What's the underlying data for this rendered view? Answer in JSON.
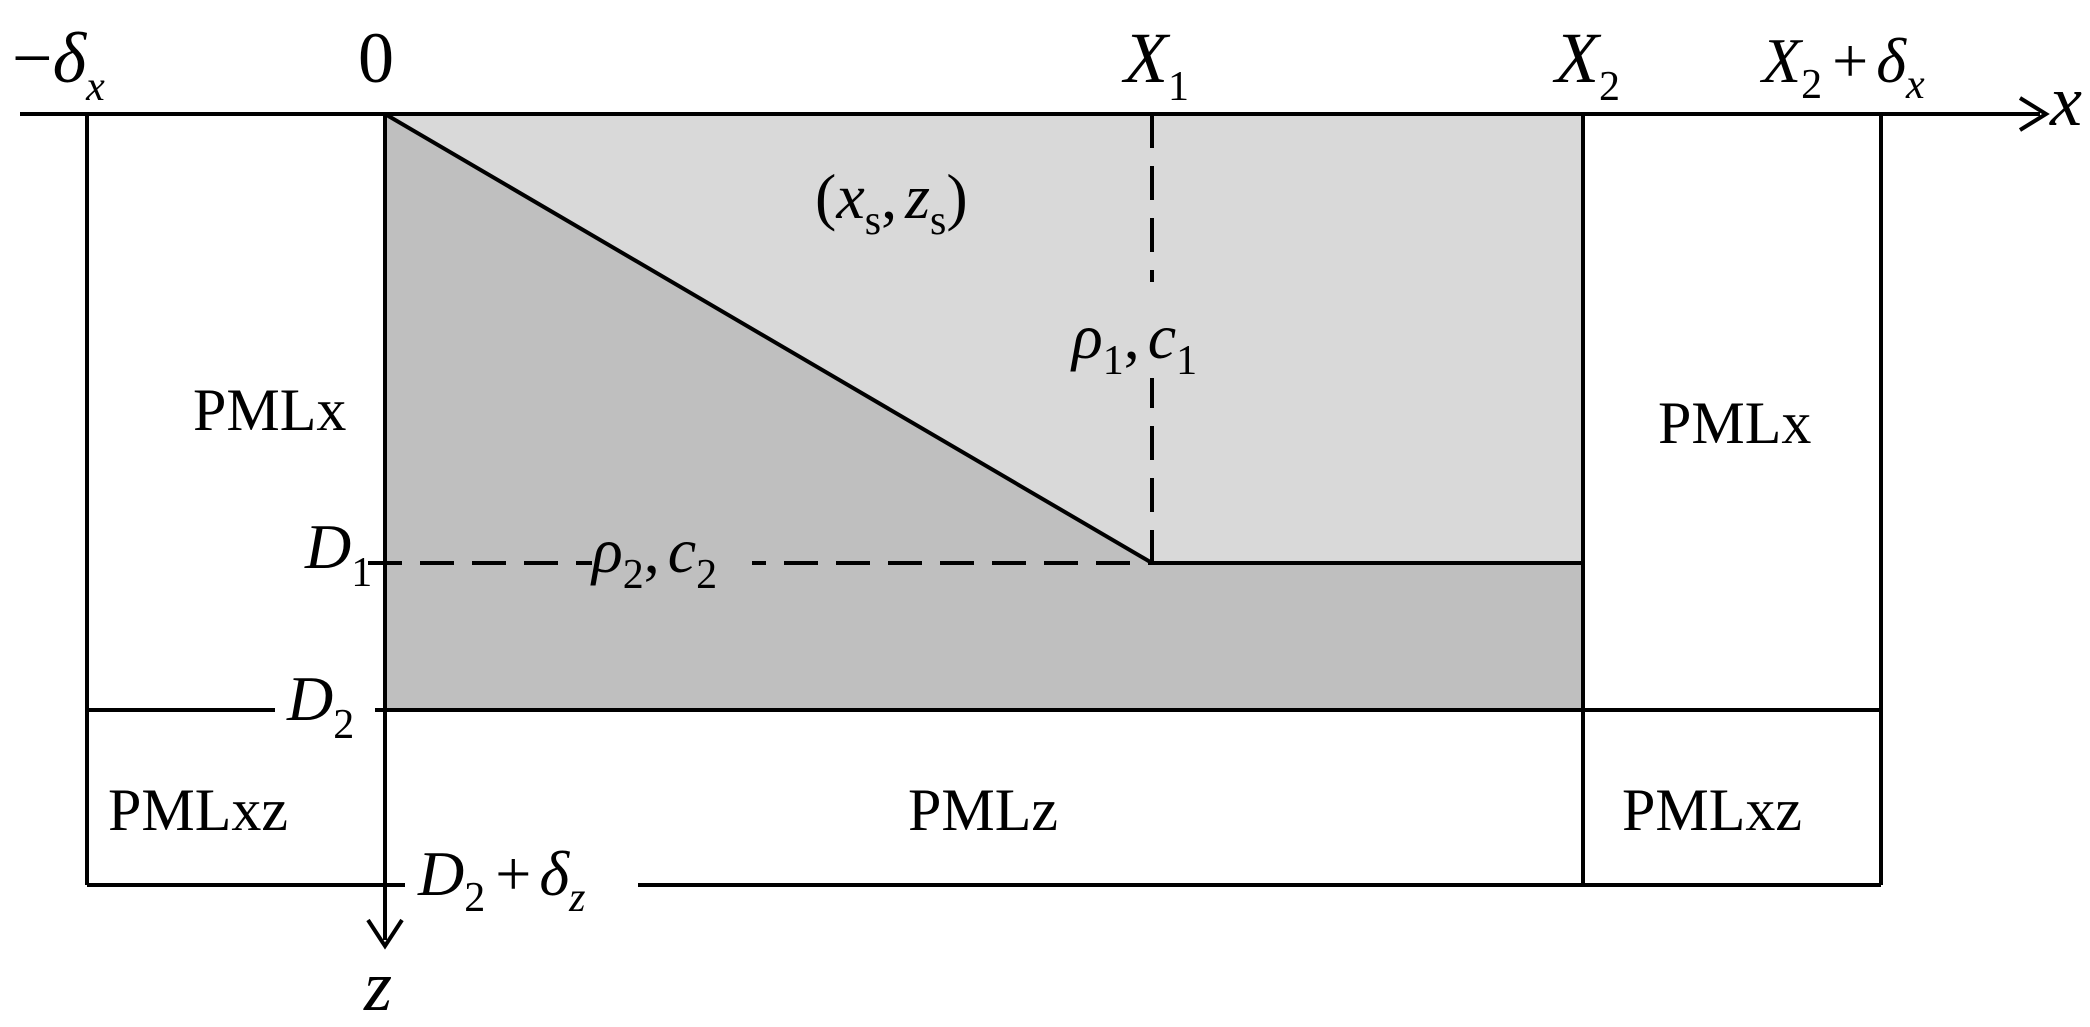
{
  "colors": {
    "upper_layer_fill": "#d9d9d9",
    "lower_layer_fill": "#bfbfbf",
    "line": "#000000",
    "background": "#ffffff"
  },
  "axes": {
    "x_label": "x",
    "z_label": "z",
    "x_ticks": {
      "neg_delta": {
        "sign": "−",
        "sym": "δ",
        "sub": "x"
      },
      "zero": "0",
      "X1": {
        "sym": "X",
        "sub": "1"
      },
      "X2": {
        "sym": "X",
        "sub": "2"
      },
      "X2_plus": {
        "sym": "X",
        "sub": "2",
        "op": "+",
        "sym2": "δ",
        "sub2": "x"
      }
    },
    "z_ticks": {
      "D1": {
        "sym": "D",
        "sub": "1"
      },
      "D2": {
        "sym": "D",
        "sub": "2"
      },
      "D2_plus": {
        "sym": "D",
        "sub": "2",
        "op": "+",
        "sym2": "δ",
        "sub2": "z"
      }
    }
  },
  "labels": {
    "source": {
      "open": "(",
      "x": "x",
      "xs": "s",
      "comma": ",",
      "z": "z",
      "zs": "s",
      "close": ")"
    },
    "medium1": {
      "rho": "ρ",
      "rho_sub": "1",
      "comma": ",",
      "c": "c",
      "c_sub": "1"
    },
    "medium2": {
      "rho": "ρ",
      "rho_sub": "2",
      "comma": ",",
      "c": "c",
      "c_sub": "2"
    }
  },
  "regions": {
    "left_pml": "PMLx",
    "right_pml": "PMLx",
    "bottom_left_pml": "PMLxz",
    "bottom_pml": "PMLz",
    "bottom_right_pml": "PMLxz"
  }
}
